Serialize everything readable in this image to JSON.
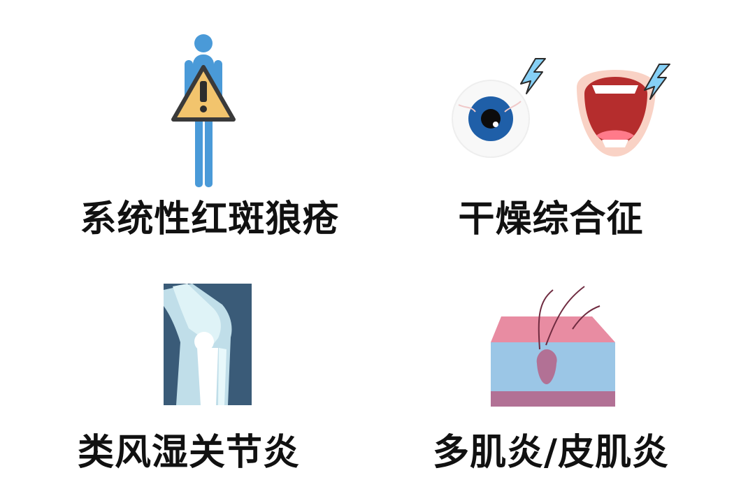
{
  "tiles": [
    {
      "label": "系统性红斑狼疮",
      "icon": "human-body-warning-icon",
      "colors": {
        "body": "#4a9ad8",
        "warning_fill": "#f2c46d",
        "warning_stroke": "#3a3a3a"
      }
    },
    {
      "label": "干燥综合征",
      "icon": "dry-eye-mouth-icon",
      "colors": {
        "iris": "#1f5fa8",
        "bolt": "#86d0f6",
        "mouth": "#b52d2d",
        "skin": "#f9d2c5"
      }
    },
    {
      "label": "类风湿关节炎",
      "icon": "knee-xray-icon",
      "colors": {
        "panel": "#3a5b78",
        "bone": "#dff3f7"
      }
    },
    {
      "label": "多肌炎/皮肌炎",
      "icon": "skin-layer-icon",
      "colors": {
        "top": "#e88ca2",
        "middle": "#9bc6e6",
        "bottom": "#b27195"
      }
    }
  ]
}
